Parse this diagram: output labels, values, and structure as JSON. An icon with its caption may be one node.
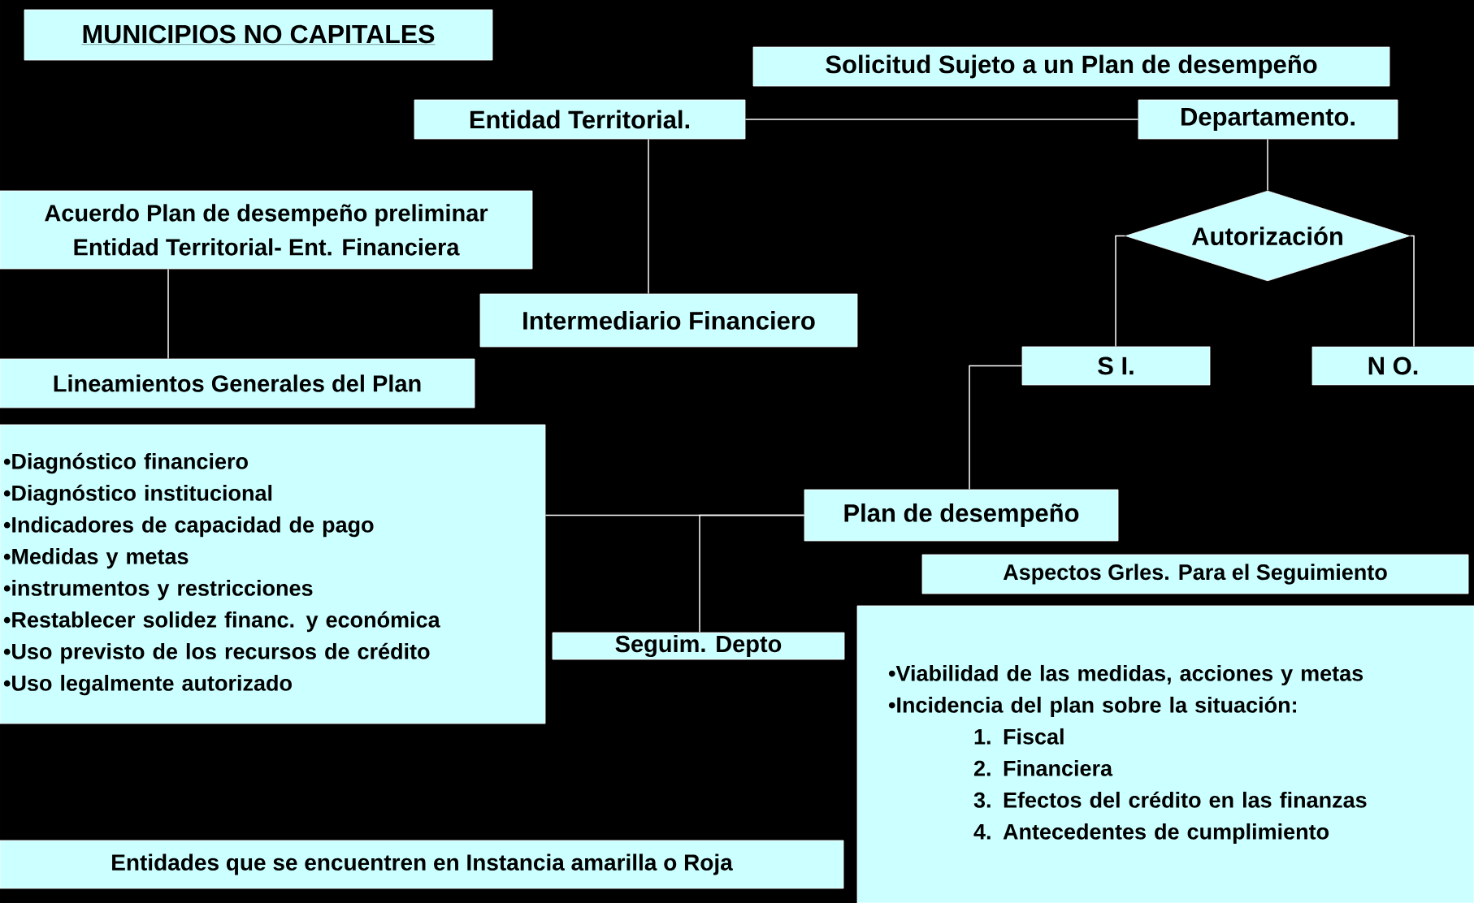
{
  "diagram": {
    "nodes": [
      {
        "text": [
          "MUNICIPIOS NO CAPITALES"
        ]
      },
      {
        "text": [
          "Solicitud Sujeto a un Plan de desempeño"
        ]
      },
      {
        "text": [
          "Entidad Territorial."
        ]
      },
      {
        "text": [
          "Departamento."
        ]
      },
      {
        "text": [
          "Acuerdo Plan de desempeño preliminar",
          "Entidad Territorial- Ent. Financiera"
        ]
      },
      {
        "text": [
          "Intermediario Financiero"
        ]
      },
      {
        "text": [
          "Autorización"
        ]
      },
      {
        "text": [
          "Lineamientos Generales  del Plan"
        ]
      },
      {
        "text": [
          "S I."
        ]
      },
      {
        "text": [
          "N O."
        ]
      },
      {
        "text": [
          "•Diagnóstico financiero",
          "•Diagnóstico institucional",
          "•Indicadores de capacidad de pago",
          "•Medidas y metas",
          "•instrumentos y restricciones",
          "•Restablecer solidez financ. y económica",
          "•Uso previsto de los recursos de crédito",
          "•Uso legalmente autorizado"
        ]
      },
      {
        "text": [
          "Plan de desempeño"
        ]
      },
      {
        "text": [
          "Aspectos Grles. Para el Seguimiento"
        ]
      },
      {
        "text": [
          "Seguim. Depto"
        ]
      },
      {
        "text": [
          "•Viabilidad de las medidas, acciones y metas",
          "•Incidencia del plan sobre la situación:",
          "1. Fiscal",
          "2. Financiera",
          "3. Efectos del crédito en las finanzas",
          "4. Antecedentes de cumplimiento"
        ]
      },
      {
        "text": [
          "Entidades que se encuentren en Instancia amarilla o Roja"
        ]
      }
    ],
    "edges": [
      {
        "from": 2,
        "to": 3,
        "arrow": "none"
      },
      {
        "from": 2,
        "to": 5,
        "arrow": "none"
      },
      {
        "from": 4,
        "to": 7,
        "arrow": "none"
      },
      {
        "from": 3,
        "to": 6,
        "arrow": "none"
      },
      {
        "from": 6,
        "to": 8,
        "arrow": "none"
      },
      {
        "from": 6,
        "to": 9,
        "arrow": "none"
      },
      {
        "from": 8,
        "to": 11,
        "arrow": "none"
      },
      {
        "from": 11,
        "to": 10,
        "arrow": "none"
      },
      {
        "from": 11,
        "to": 13,
        "arrow": "none"
      }
    ]
  }
}
